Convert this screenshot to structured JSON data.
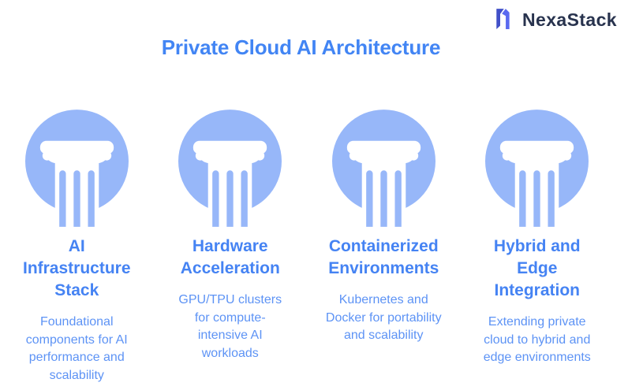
{
  "theme": {
    "background": "#ffffff",
    "title_color": "#4285f4",
    "heading_color": "#4583f3",
    "description_color": "#5d93f5",
    "pillar_circle_color": "#97b7f9",
    "pillar_column_color": "#ffffff",
    "logo_text_color": "#28334e",
    "logo_mark_left_color": "#4150c8",
    "logo_mark_right_color": "#5a6af0"
  },
  "logo": {
    "text": "NexaStack",
    "icon": "nexastack-mark"
  },
  "title": "Private Cloud AI Architecture",
  "columns": [
    {
      "icon": "pillar-icon",
      "title": "AI\nInfrastructure\nStack",
      "description": "Foundational\ncomponents for AI\nperformance and\nscalability"
    },
    {
      "icon": "pillar-icon",
      "title": "Hardware\nAcceleration",
      "description": "GPU/TPU clusters\nfor compute-\nintensive AI\nworkloads"
    },
    {
      "icon": "pillar-icon",
      "title": "Containerized\nEnvironments",
      "description": "Kubernetes and\nDocker for portability\nand scalability"
    },
    {
      "icon": "pillar-icon",
      "title": "Hybrid and\nEdge\nIntegration",
      "description": "Extending private\ncloud to hybrid and\nedge environments"
    }
  ]
}
